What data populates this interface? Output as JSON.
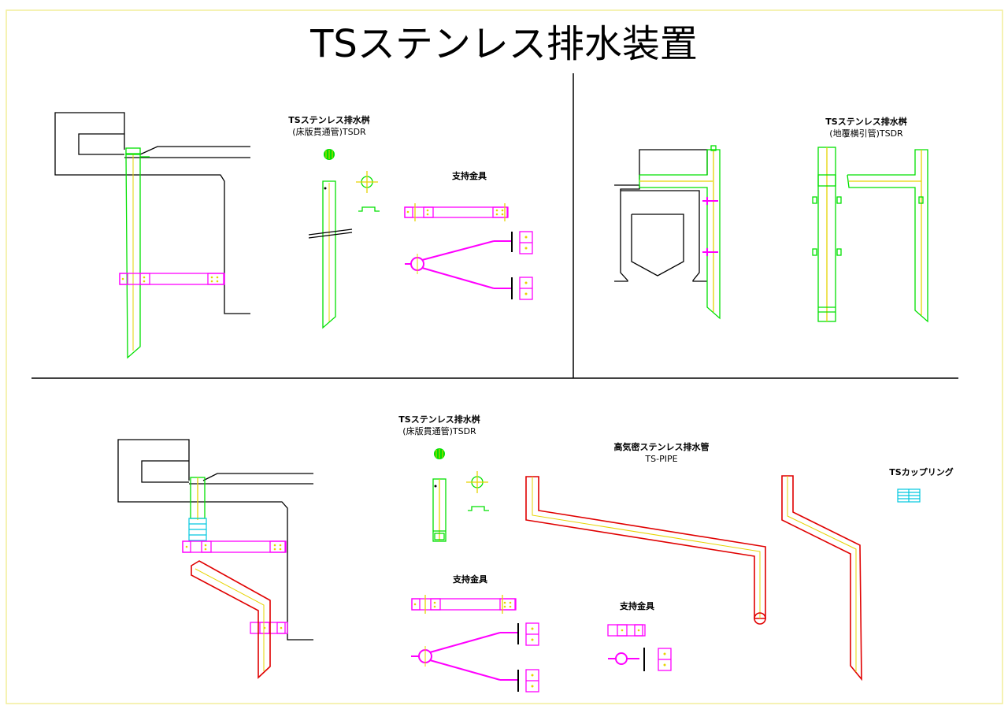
{
  "title": "TSステンレス排水装置",
  "sections": {
    "top_left": {
      "heading": "TSステンレス排水桝",
      "subheading": "(床版貫通管)TSDR",
      "bracket_label": "支持金具"
    },
    "top_right": {
      "heading": "TSステンレス排水桝",
      "subheading": "(地覆横引管)TSDR"
    },
    "bottom": {
      "heading": "TSステンレス排水桝",
      "subheading": "(床版貫通管)TSDR",
      "pipe_heading": "高気密ステンレス排水管",
      "pipe_subheading": "TS-PIPE",
      "coupling_label": "TSカップリング",
      "bracket_label_1": "支持金具",
      "bracket_label_2": "支持金具"
    }
  },
  "colors": {
    "frame": "#f2ee9a",
    "line": "#000000",
    "green": "#00e000",
    "magenta": "#ff00ff",
    "red": "#e00000",
    "yellow": "#e6d400",
    "cyan": "#00c8e0"
  }
}
